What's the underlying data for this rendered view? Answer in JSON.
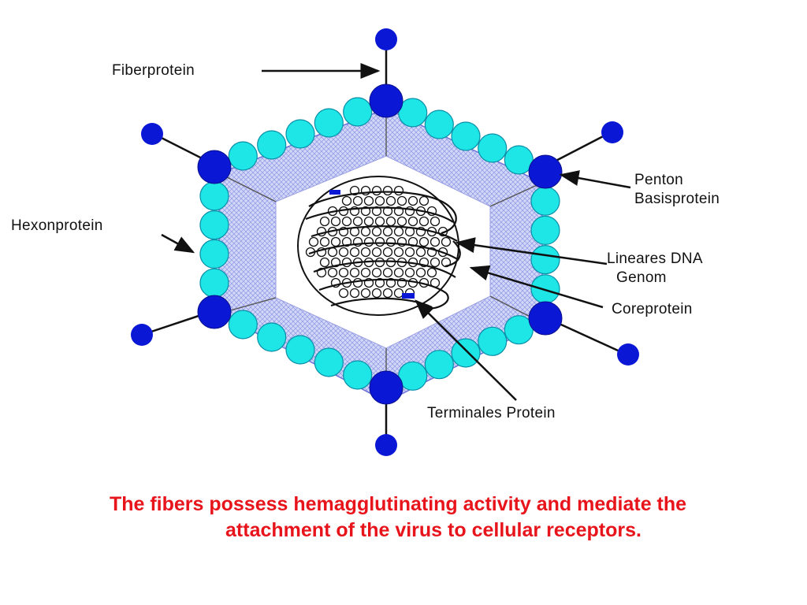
{
  "labels": {
    "fiberprotein": "Fiberprotein",
    "penton_line1": "Penton",
    "penton_line2": "Basisprotein",
    "hexonprotein": "Hexonprotein",
    "dna_line1": "Lineares DNA",
    "dna_line2": "Genom",
    "coreprotein": "Coreprotein",
    "terminal": "Terminales Protein"
  },
  "caption": {
    "line1": "The fibers possess hemagglutinating activity and mediate the",
    "line2": "attachment of the virus to cellular receptors."
  },
  "colors": {
    "hexon": "#1ee6e6",
    "penton": "#0a18d6",
    "fiber_knob": "#0a18d6",
    "shell_fill": "#b9bff0",
    "caption": "#e8141c"
  }
}
